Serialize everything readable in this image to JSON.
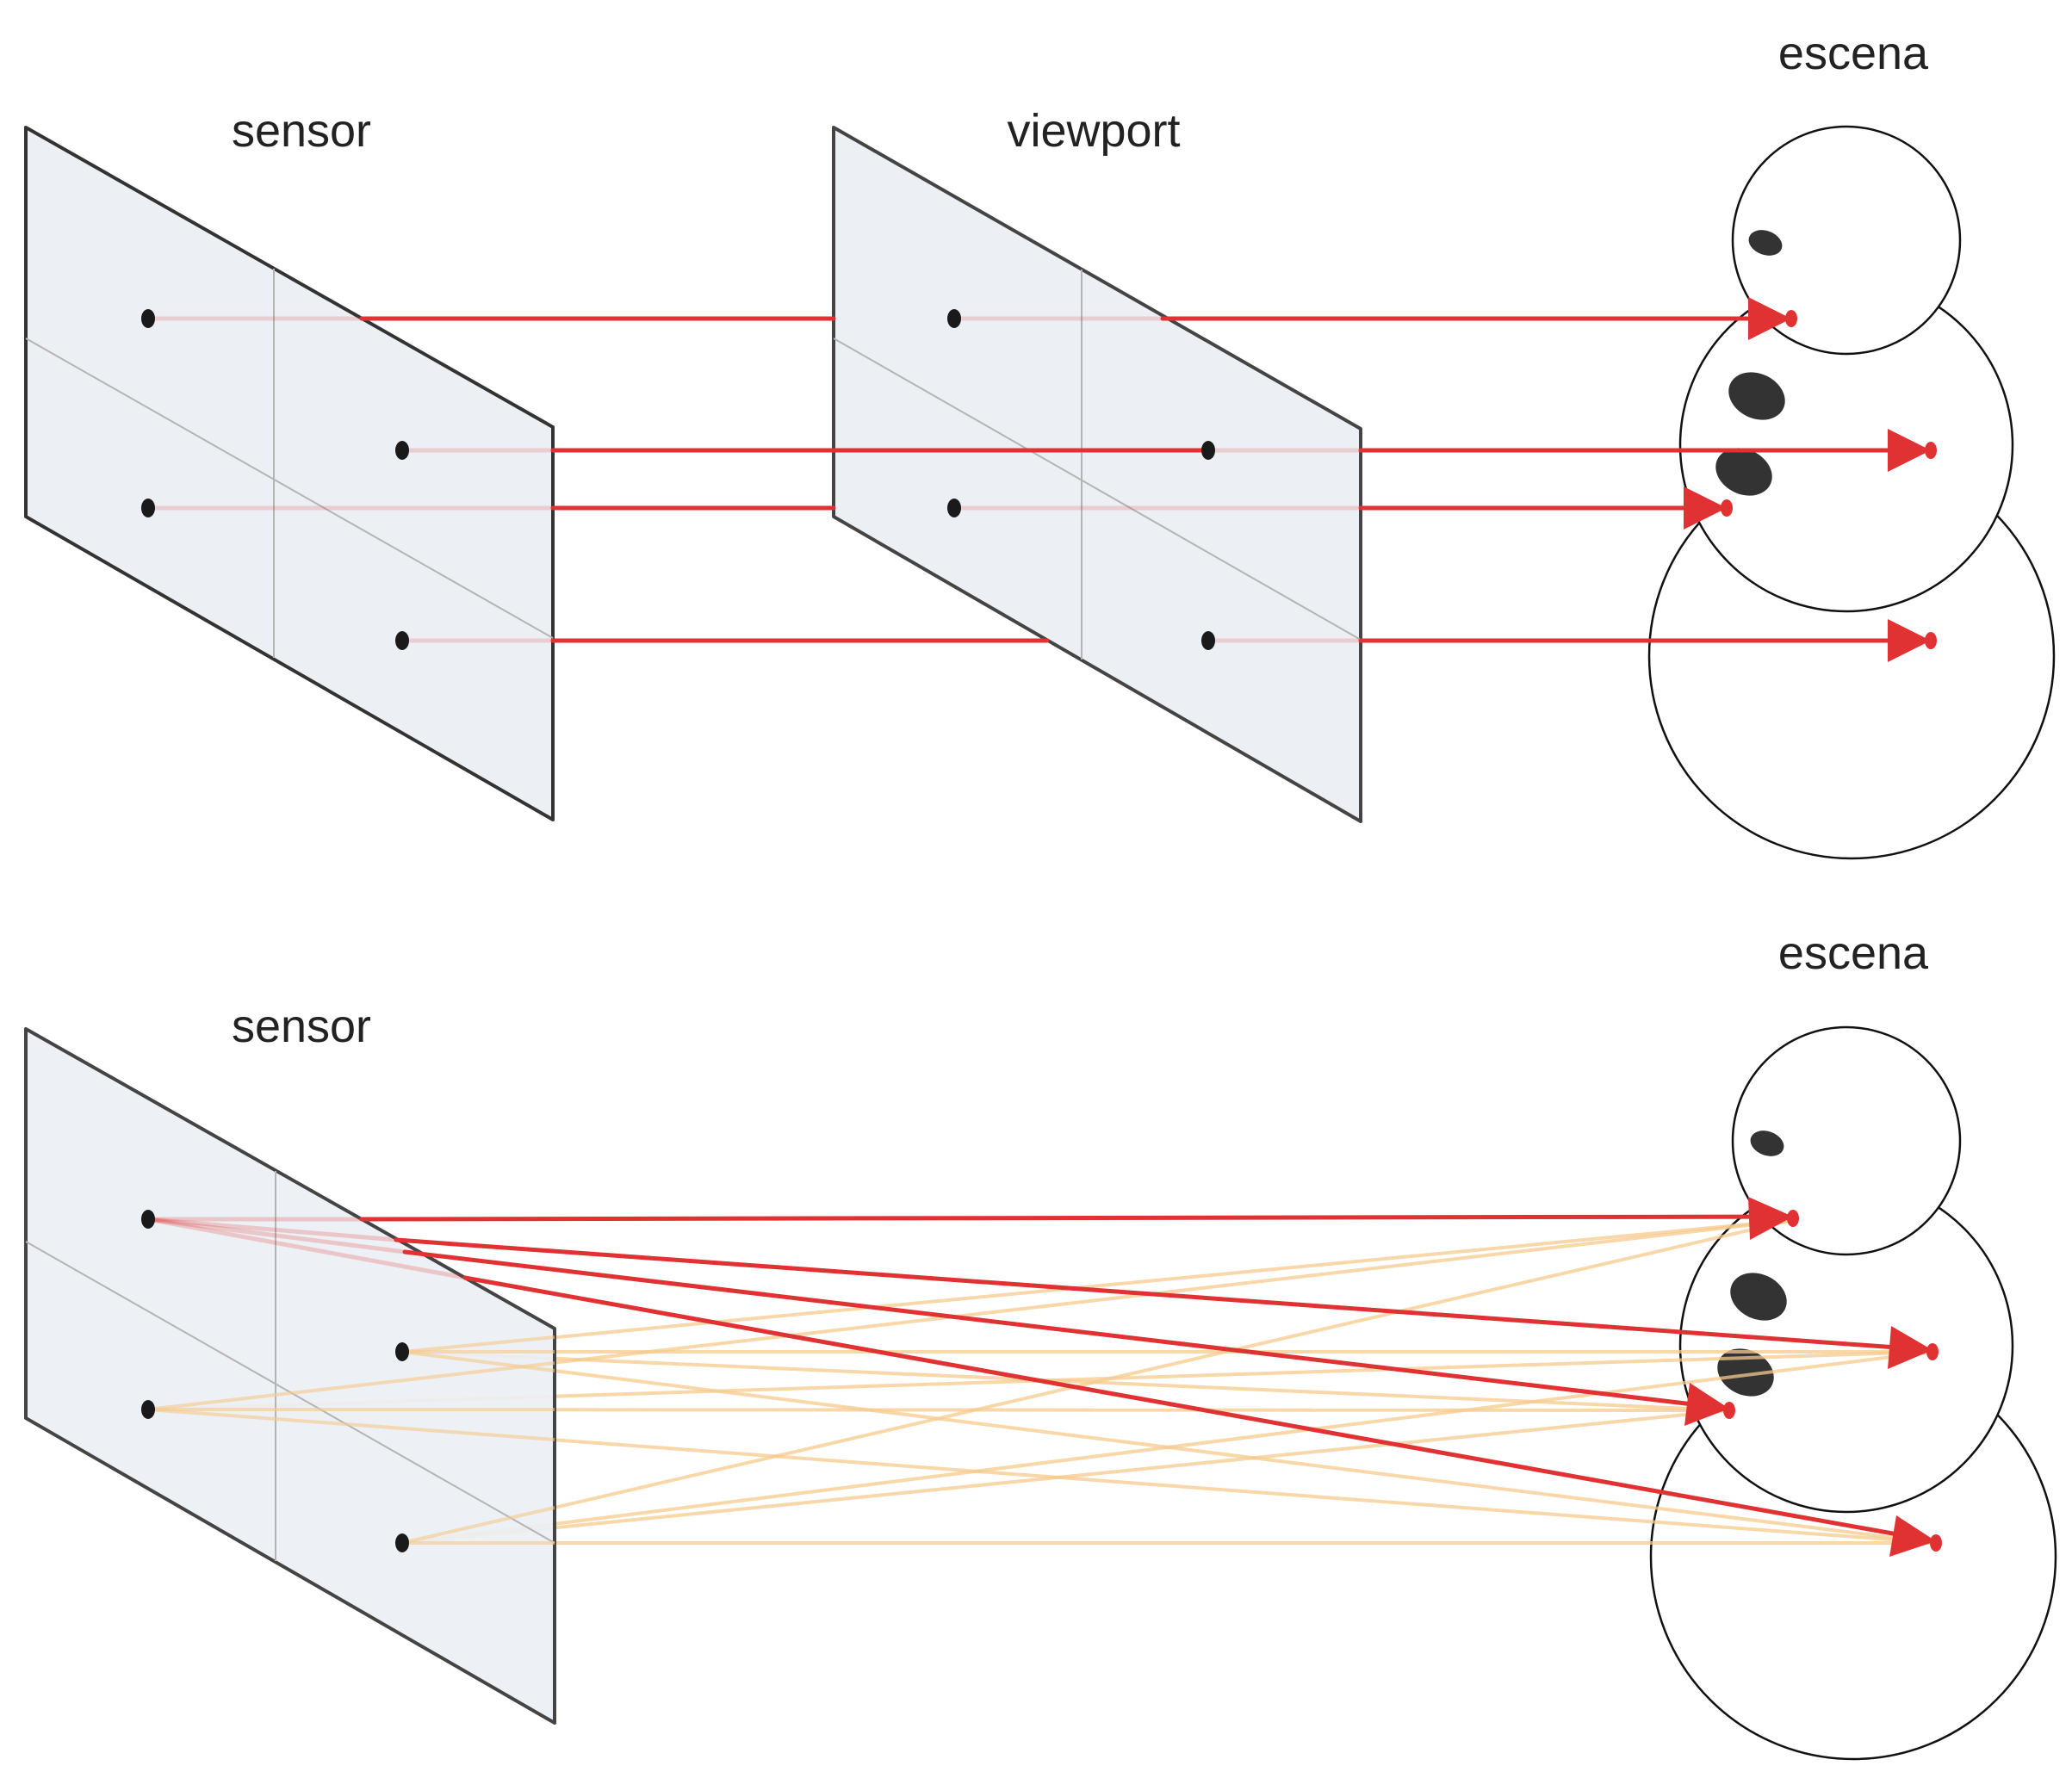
{
  "top_diagram": {
    "sensor_label": "sensor",
    "viewport_label": "viewport",
    "scene_label": "escena"
  },
  "bottom_diagram": {
    "sensor_label": "sensor",
    "scene_label": "escena"
  },
  "colors": {
    "panel_fill": "#eceff3",
    "panel_stroke": "#333333",
    "grid_line": "#b4b4b4",
    "ray_primary": "#e03232",
    "ray_scatter": "#f5c98c",
    "point": "#1a1a1a",
    "snowman_feature": "#333333"
  }
}
